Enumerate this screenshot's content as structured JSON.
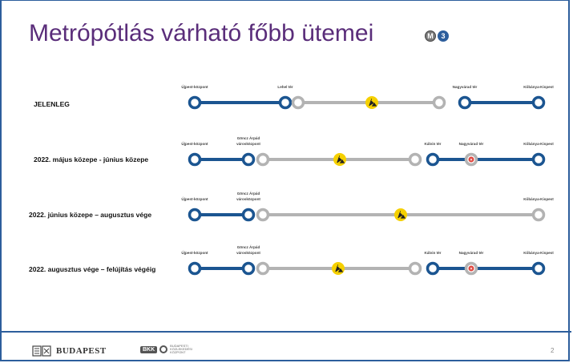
{
  "slide": {
    "title": "Metrópótlás várható főbb ütemei",
    "badge_m": "M",
    "badge_line": "3",
    "page_number": "2"
  },
  "footer": {
    "city_logo_text": "BUDAPEST",
    "bkk_abbr": "BKK",
    "bkk_full": "BUDAPESTI KÖZLEKEDÉSI KÖZPONT"
  },
  "colors": {
    "active_line": "#1b5591",
    "closed_line": "#b3b3b3",
    "work_icon": "#f5d000",
    "title": "#5a2d7a",
    "closed_station_mark": "#e0463e"
  },
  "phases": [
    {
      "label": "JELENLEG",
      "stations": [
        {
          "name": "Újpest-központ",
          "state": "active"
        },
        {
          "name": "Lehel tér",
          "state": "active"
        },
        {
          "name": "",
          "state": "closed"
        },
        {
          "name": "",
          "state": "closed"
        },
        {
          "name": "Nagyvárad tér",
          "state": "active"
        },
        {
          "name": "Kőbánya-Kispest",
          "state": "active"
        }
      ]
    },
    {
      "label": "2022. május közepe - június közepe",
      "stations": [
        {
          "name": "Újpest-központ",
          "state": "active"
        },
        {
          "name": "Göncz Árpád városközpont",
          "state": "active"
        },
        {
          "name": "",
          "state": "closed"
        },
        {
          "name": "Kálvin tér",
          "state": "active"
        },
        {
          "name": "Nagyvárad tér",
          "state": "skipped"
        },
        {
          "name": "Kőbánya-Kispest",
          "state": "active"
        }
      ]
    },
    {
      "label": "2022. június közepe – augusztus vége",
      "stations": [
        {
          "name": "Újpest-központ",
          "state": "active"
        },
        {
          "name": "Göncz Árpád városközpont",
          "state": "active"
        },
        {
          "name": "Kőbánya-Kispest",
          "state": "closed"
        }
      ]
    },
    {
      "label": "2022. augusztus vége – felújítás végéig",
      "stations": [
        {
          "name": "Újpest-központ",
          "state": "active"
        },
        {
          "name": "Göncz Árpád városközpont",
          "state": "active"
        },
        {
          "name": "",
          "state": "closed"
        },
        {
          "name": "Kálvin tér",
          "state": "active"
        },
        {
          "name": "Nagyvárad tér",
          "state": "skipped"
        },
        {
          "name": "Kőbánya-Kispest",
          "state": "active"
        }
      ]
    }
  ]
}
